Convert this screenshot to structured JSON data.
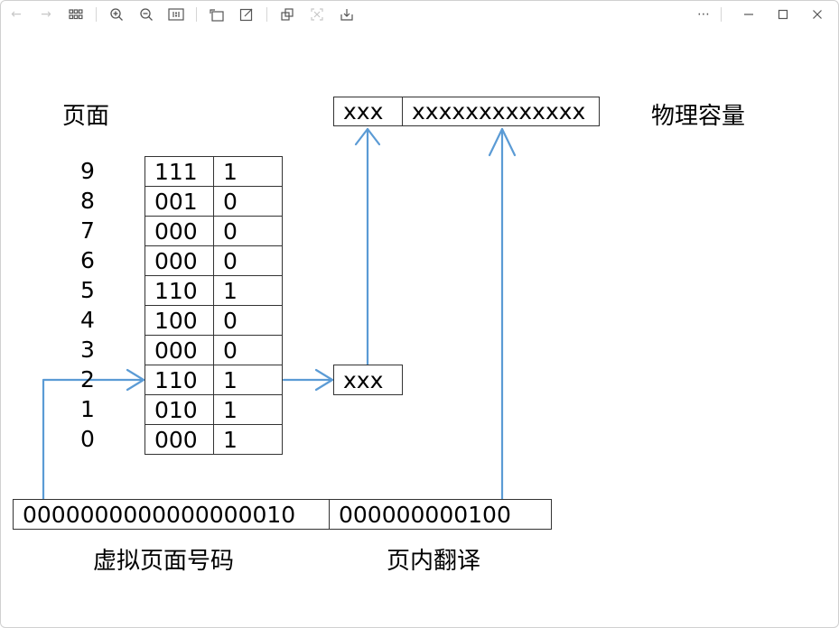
{
  "toolbar": {
    "left_icons": [
      "back-arrow-icon",
      "forward-arrow-icon",
      "grid-icon",
      "zoom-in-icon",
      "zoom-out-icon",
      "actual-size-icon",
      "rotate-icon",
      "edit-icon",
      "crop-icon",
      "fit-icon",
      "save-icon"
    ],
    "right_icons": [
      "more-icon",
      "minimize-icon",
      "maximize-icon",
      "close-icon"
    ]
  },
  "diagram": {
    "page_label": "页面",
    "physical_label": "物理容量",
    "virtual_page_label": "虚拟页面号码",
    "offset_label": "页内翻译",
    "page_numbers": [
      "9",
      "8",
      "7",
      "6",
      "5",
      "4",
      "3",
      "2",
      "1",
      "0"
    ],
    "table_rows": [
      {
        "frame": "111",
        "present": "1"
      },
      {
        "frame": "001",
        "present": "0"
      },
      {
        "frame": "000",
        "present": "0"
      },
      {
        "frame": "000",
        "present": "0"
      },
      {
        "frame": "110",
        "present": "1"
      },
      {
        "frame": "100",
        "present": "0"
      },
      {
        "frame": "000",
        "present": "0"
      },
      {
        "frame": "110",
        "present": "1"
      },
      {
        "frame": "010",
        "present": "1"
      },
      {
        "frame": "000",
        "present": "1"
      }
    ],
    "physical_frame": "xxx",
    "physical_offset": "xxxxxxxxxxxxx",
    "lookup_result": "xxx",
    "virtual_page_bits": "0000000000000000010",
    "offset_bits": "000000000100",
    "arrow_color": "#5b9bd5"
  }
}
